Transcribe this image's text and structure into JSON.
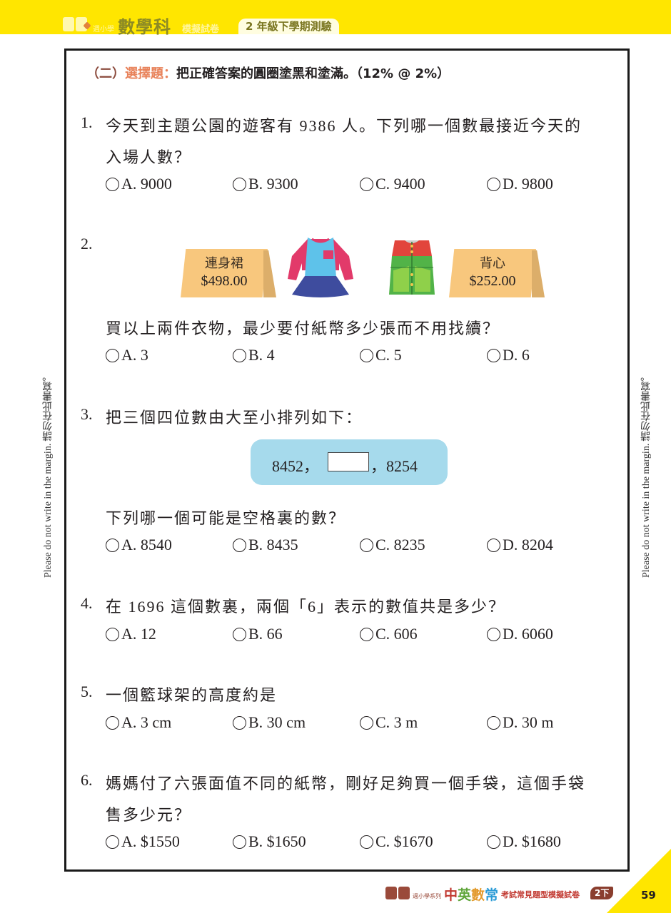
{
  "header": {
    "logo_small_text": "週小學",
    "subject": "數學科",
    "mock_label": "模擬試卷",
    "grade_tag": "2 年級下學期測驗",
    "accent_color": "#ffe600"
  },
  "section": {
    "number": "（二）",
    "type": "選擇題",
    "colon": "：",
    "instruction": "把正確答案的圓圈塗黑和塗滿。",
    "score": "（12% @ 2%）"
  },
  "questions": [
    {
      "number": "1.",
      "lines": [
        "今天到主題公園的遊客有 9386 人。下列哪一個數最接近今天的",
        "入場人數？"
      ],
      "options": [
        "A. 9000",
        "B. 9300",
        "C. 9400",
        "D. 9800"
      ]
    },
    {
      "number": "2.",
      "items": [
        {
          "name": "連身裙",
          "price": "$498.00",
          "icon": "dress-icon"
        },
        {
          "name": "背心",
          "price": "$252.00",
          "icon": "vest-icon"
        }
      ],
      "lines": [
        "買以上兩件衣物，最少要付紙幣多少張而不用找續？"
      ],
      "options": [
        "A. 3",
        "B. 4",
        "C. 5",
        "D. 6"
      ]
    },
    {
      "number": "3.",
      "lines": [
        "把三個四位數由大至小排列如下：",
        "下列哪一個可能是空格裏的數？"
      ],
      "sequence": {
        "first": "8452，",
        "last": "，8254"
      },
      "options": [
        "A. 8540",
        "B. 8435",
        "C. 8235",
        "D. 8204"
      ]
    },
    {
      "number": "4.",
      "lines": [
        "在 1696 這個數裏，兩個「6」表示的數值共是多少？"
      ],
      "options": [
        "A. 12",
        "B. 66",
        "C. 606",
        "D. 6060"
      ]
    },
    {
      "number": "5.",
      "lines": [
        "一個籃球架的高度約是"
      ],
      "options": [
        "A. 3 cm",
        "B. 30 cm",
        "C. 3 m",
        "D. 30 m"
      ]
    },
    {
      "number": "6.",
      "lines": [
        "媽媽付了六張面值不同的紙幣，剛好足夠買一個手袋，這個手袋",
        "售多少元？"
      ],
      "options": [
        "A. $1550",
        "B. $1650",
        "C. $1670",
        "D. $1680"
      ]
    }
  ],
  "margin_note": "Please do not write in the margin.  請勿在此書寫。",
  "footer": {
    "series": "週小學系列",
    "brand": [
      "中",
      "英",
      "數",
      "常"
    ],
    "subtitle": "考試常見題型模擬試卷",
    "badge": "2下",
    "page_number": "59"
  }
}
